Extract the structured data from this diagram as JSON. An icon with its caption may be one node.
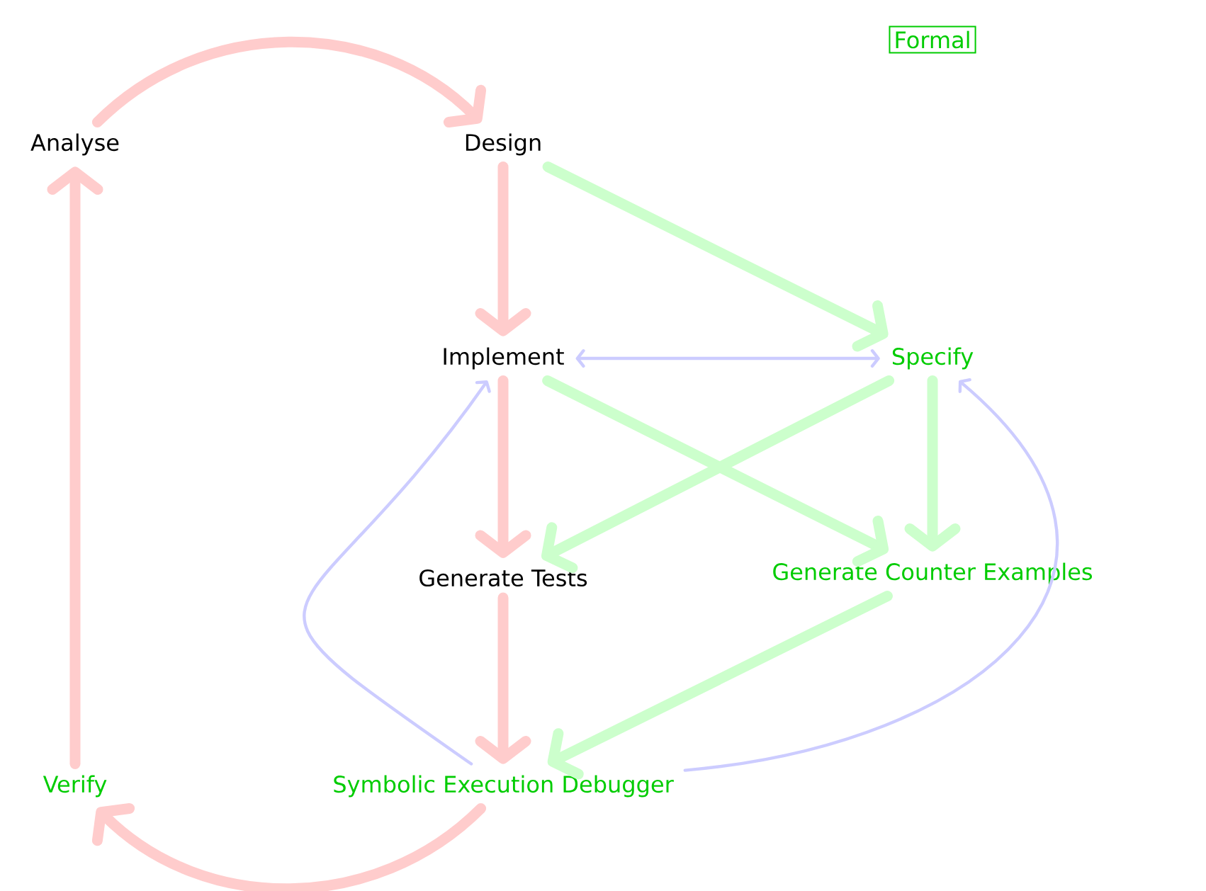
{
  "diagram": {
    "nodes": [
      {
        "text": [
          "Analyse"
        ]
      },
      {
        "text": [
          "Design"
        ]
      },
      {
        "text": [
          "Formal"
        ]
      },
      {
        "text": [
          "Implement"
        ]
      },
      {
        "text": [
          "Specify"
        ]
      },
      {
        "text": [
          "Generate Tests"
        ]
      },
      {
        "text": [
          "Generate Counter Examples"
        ]
      },
      {
        "text": [
          "Verify"
        ]
      },
      {
        "text": [
          "Symbolic Execution Debugger"
        ]
      }
    ],
    "edges": [
      {
        "from": 0,
        "to": 1,
        "arrow": "to",
        "color": "#ffcccc"
      },
      {
        "from": 1,
        "to": 3,
        "arrow": "to",
        "color": "#ffcccc"
      },
      {
        "from": 1,
        "to": 4,
        "arrow": "to",
        "color": "#ccffcc"
      },
      {
        "from": 3,
        "to": 4,
        "arrow": "both",
        "color": "#ccccff"
      },
      {
        "from": 3,
        "to": 5,
        "arrow": "to",
        "color": "#ffcccc"
      },
      {
        "from": 3,
        "to": 6,
        "arrow": "to",
        "color": "#ccffcc"
      },
      {
        "from": 4,
        "to": 5,
        "arrow": "to",
        "color": "#ccffcc"
      },
      {
        "from": 4,
        "to": 6,
        "arrow": "to",
        "color": "#ccffcc"
      },
      {
        "from": 5,
        "to": 8,
        "arrow": "to",
        "color": "#ffcccc"
      },
      {
        "from": 6,
        "to": 8,
        "arrow": "to",
        "color": "#ccffcc"
      },
      {
        "from": 8,
        "to": 3,
        "arrow": "to",
        "color": "#ccccff"
      },
      {
        "from": 8,
        "to": 4,
        "arrow": "to",
        "color": "#ccccff"
      },
      {
        "from": 8,
        "to": 7,
        "arrow": "to",
        "color": "#ffcccc"
      },
      {
        "from": 7,
        "to": 0,
        "arrow": "to",
        "color": "#ffcccc"
      }
    ]
  }
}
